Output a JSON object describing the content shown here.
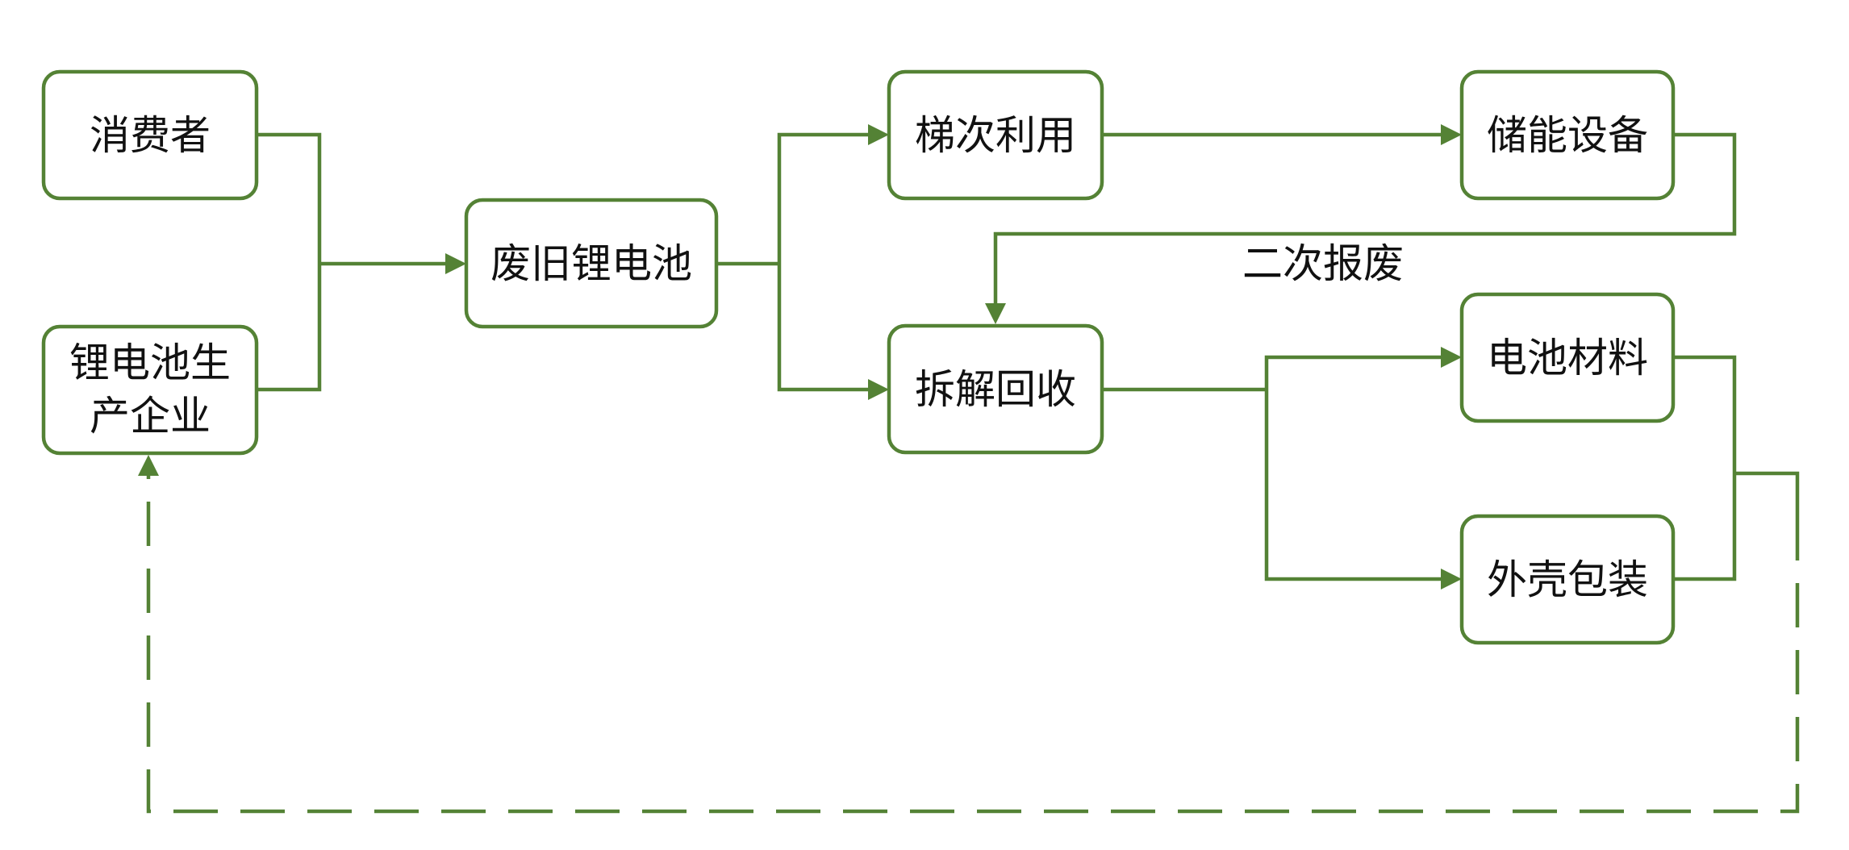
{
  "colors": {
    "line": "#548235",
    "box_fill": "#ffffff",
    "text": "#111111"
  },
  "nodes": {
    "consumer": "消费者",
    "producer_line1": "锂电池生",
    "producer_line2": "产企业",
    "waste": "废旧锂电池",
    "cascade": "梯次利用",
    "storage": "储能设备",
    "dismantle": "拆解回收",
    "material": "电池材料",
    "shell": "外壳包装"
  },
  "edges": {
    "secondary_scrap": "二次报废"
  }
}
